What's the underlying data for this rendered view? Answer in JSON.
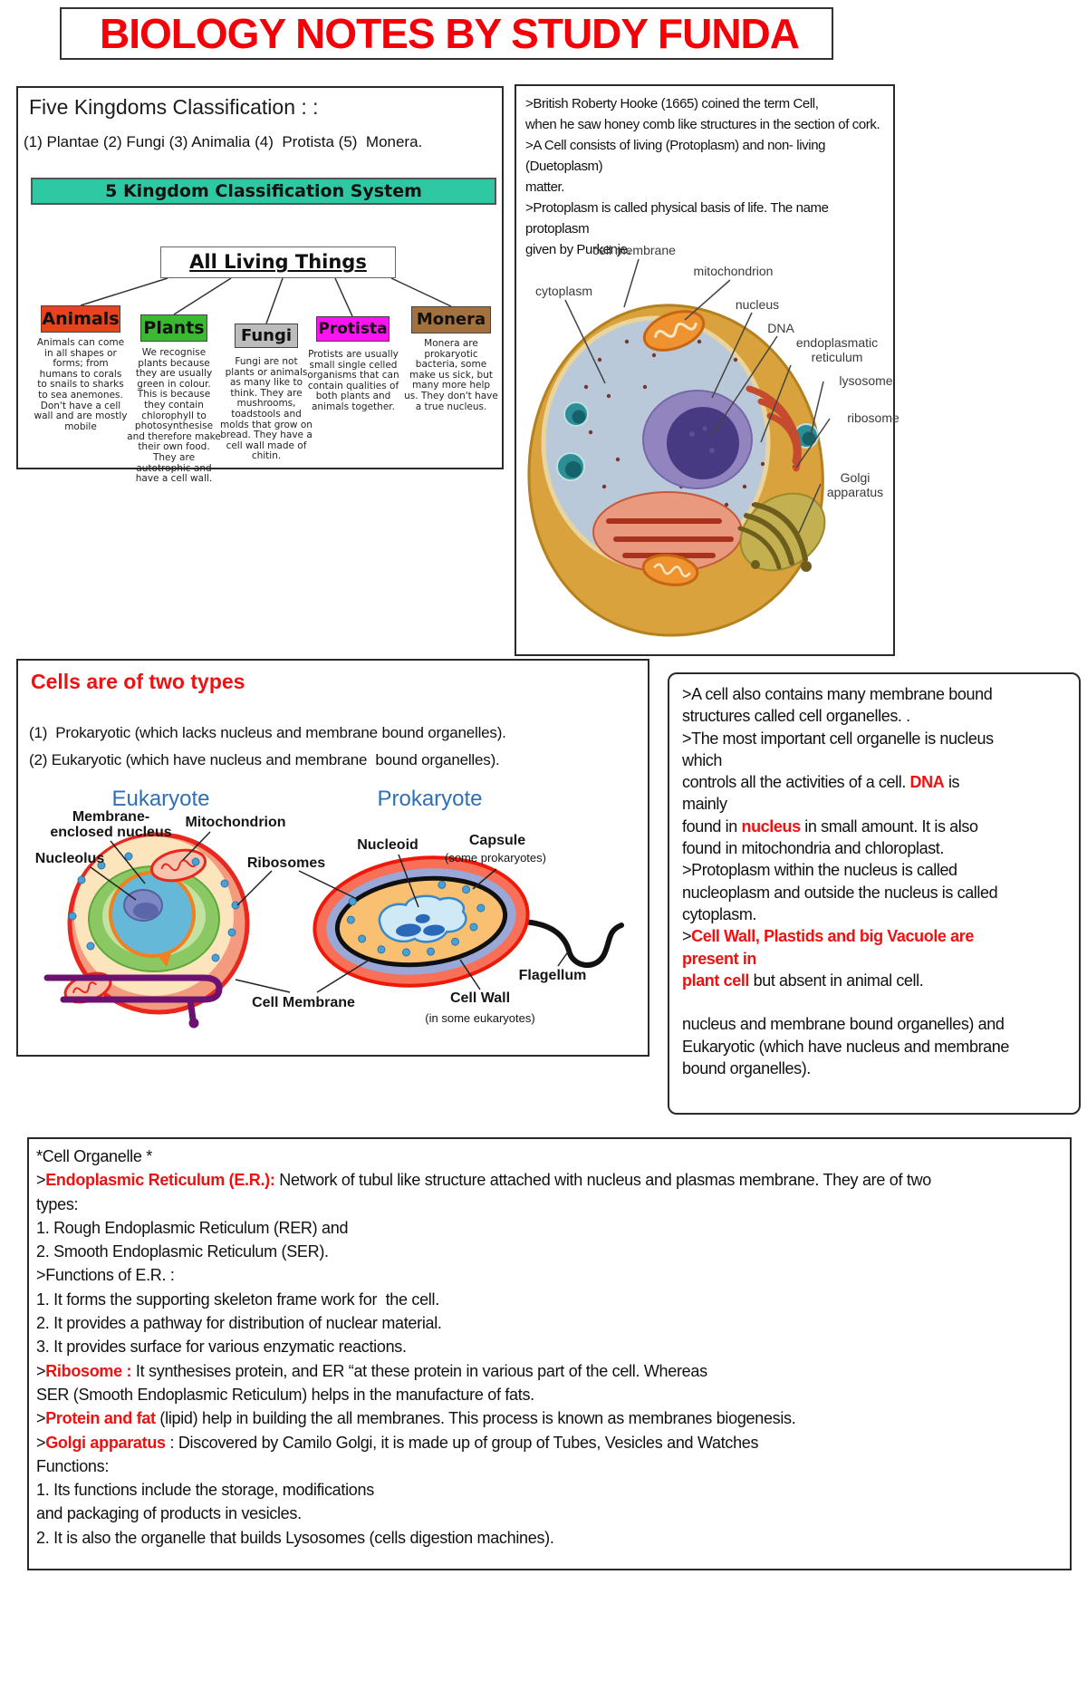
{
  "title": "BIOLOGY NOTES BY STUDY FUNDA",
  "colors": {
    "title_red": "#f40009",
    "note_red": "#ee1111",
    "diagram_blue": "#2e6fb7"
  },
  "five_kingdoms": {
    "heading": "Five Kingdoms Classification : :",
    "intro": "(1) Plantae (2) Fungi (3) Animalia (4)  Protista (5)  Monera.",
    "banner": "5 Kingdom Classification System",
    "banner_color": "#2ec9a2",
    "root_label": "All Living Things",
    "kingdoms": [
      {
        "name": "Animals",
        "color": "#e8431f",
        "desc": "Animals can come in all shapes or forms; from humans to corals to snails to sharks to sea anemones. Don't have a cell wall and are mostly mobile"
      },
      {
        "name": "Plants",
        "color": "#3cb832",
        "desc": "We recognise plants because they are usually green in colour. This is because they contain chlorophyll to photosynthesise and therefore make their own food. They are autotrophic and have a cell wall."
      },
      {
        "name": "Fungi",
        "color": "#bcbcbc",
        "desc": "Fungi are not plants or animals as many like to think. They are mushrooms, toadstools and molds that grow on bread. They have a cell wall made of chitin."
      },
      {
        "name": "Protista",
        "color": "#fb14f0",
        "desc": "Protists are usually small single celled organisms that can contain qualities of both plants and animals together."
      },
      {
        "name": "Monera",
        "color": "#a3713e",
        "desc": "Monera are prokaryotic bacteria, some make us sick, but many more help us. They don't have a true nucleus."
      }
    ]
  },
  "hooke": {
    "lines": [
      ">British Roberty Hooke (1665) coined the term Cell,",
      "when he saw honey comb like structures in the section of cork.",
      ">A Cell consists of living (Protoplasm) and non- living (Duetoplasm)",
      "matter.",
      ">Protoplasm is called physical basis of life. The name protoplasm",
      "given by Purkenje."
    ]
  },
  "animal_cell": {
    "labels": {
      "membrane": "cell membrane",
      "mitochondrion": "mitochondrion",
      "cytoplasm": "cytoplasm",
      "nucleus": "nucleus",
      "dna": "DNA",
      "er": "endoplasmatic reticulum",
      "lysosome": "lysosome",
      "ribosome": "ribosome",
      "golgi": "Golgi apparatus"
    }
  },
  "cell_types": {
    "heading": "Cells are of two types",
    "items": [
      "(1)  Prokaryotic (which lacks nucleus and membrane bound organelles).",
      "(2) Eukaryotic (which have nucleus and membrane  bound organelles)."
    ],
    "euk_title": "Eukaryote",
    "prok_title": "Prokaryote",
    "labels": {
      "mem_nucleus": "Membrane- enclosed nucleus",
      "mitochondrion": "Mitochondrion",
      "nucleolus": "Nucleolus",
      "ribosomes": "Ribosomes",
      "nucleoid": "Nucleoid",
      "capsule": "Capsule",
      "capsule_sub": "(some prokaryotes)",
      "flagellum": "Flagellum",
      "cell_membrane": "Cell Membrane",
      "cell_wall": "Cell Wall",
      "cell_wall_sub": "(in some eukaryotes)"
    }
  },
  "organelle_summary": {
    "lines": [
      ">A cell also contains many membrane bound",
      "structures called cell organelles. .",
      ">The most important cell organelle is nucleus",
      "which",
      [
        {
          "t": "controls all the activities of a cell. "
        },
        {
          "t": "DNA",
          "red": true,
          "b": true
        },
        {
          "t": " is"
        }
      ],
      "mainly",
      [
        {
          "t": "found in "
        },
        {
          "t": "nucleus",
          "red": true,
          "b": true
        },
        {
          "t": " in small amount. It is also"
        }
      ],
      "found in mitochondria and chloroplast.",
      ">Protoplasm within the nucleus is called",
      "nucleoplasm and outside the nucleus is called",
      "cytoplasm.",
      [
        {
          "t": ">"
        },
        {
          "t": "Cell Wall, Plastids and big Vacuole are",
          "red": true,
          "b": true
        }
      ],
      [
        {
          "t": "present in",
          "red": true,
          "b": true
        }
      ],
      [
        {
          "t": "plant cell",
          "red": true,
          "b": true
        },
        {
          "t": " but absent in animal cell."
        }
      ],
      "",
      "nucleus and membrane bound organelles) and",
      "Eukaryotic (which have nucleus and membrane",
      "bound organelles)."
    ]
  },
  "organelle_detail": {
    "lines": [
      "*Cell Organelle *",
      [
        {
          "t": ">"
        },
        {
          "t": "Endoplasmic Reticulum (E.R.):",
          "red": true,
          "b": true
        },
        {
          "t": " Network of tubul like structure attached with nucleus and plasmas membrane. They are of two"
        }
      ],
      "types:",
      "1. Rough Endoplasmic Reticulum (RER) and",
      "2. Smooth Endoplasmic Reticulum (SER).",
      ">Functions of E.R. :",
      "1. It forms the supporting skeleton frame work for  the cell.",
      "2. It provides a pathway for distribution of nuclear material.",
      "3. It provides surface for various enzymatic reactions.",
      [
        {
          "t": ">"
        },
        {
          "t": "Ribosome :",
          "red": true,
          "b": true
        },
        {
          "t": " It synthesises protein, and ER “at these protein in various part of the cell. Whereas"
        }
      ],
      "SER (Smooth Endoplasmic Reticulum) helps in the manufacture of fats.",
      [
        {
          "t": ">"
        },
        {
          "t": "Protein and fat",
          "red": true,
          "b": true
        },
        {
          "t": " (lipid) help in building the all membranes. This process is known as membranes biogenesis."
        }
      ],
      [
        {
          "t": ">"
        },
        {
          "t": "Golgi apparatus",
          "red": true,
          "b": true
        },
        {
          "t": " : Discovered by Camilo Golgi, it is made up of group of Tubes, Vesicles and Watches"
        }
      ],
      "Functions:",
      "1. Its functions include the storage, modifications",
      "and packaging of products in vesicles.",
      "2. It is also the organelle that builds Lysosomes (cells digestion machines)."
    ]
  }
}
